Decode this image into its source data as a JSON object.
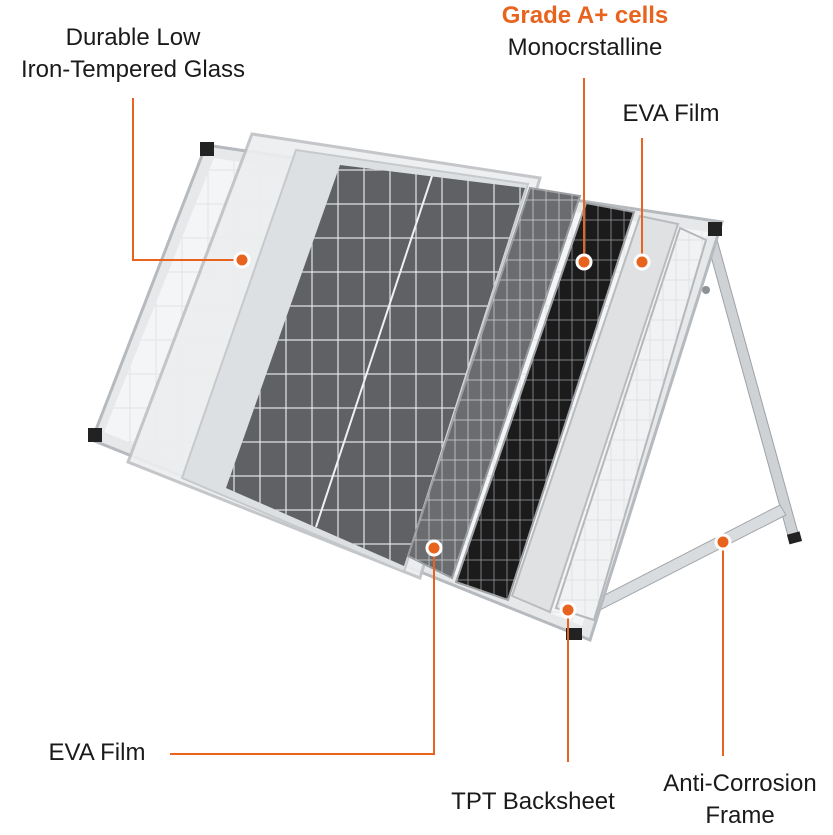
{
  "colors": {
    "accent": "#e8641e",
    "frame": "#d8dadc",
    "cell_dark": "#1b1b1b",
    "cell_gray": "#5f6164",
    "glass": "#eceeef"
  },
  "labels": {
    "glass_line1": "Durable Low",
    "glass_line2": "Iron-Tempered Glass",
    "cells_highlight": "Grade A+ cells",
    "cells_type": "Monocrstalline",
    "eva_top": "EVA Film",
    "eva_bottom": "EVA Film",
    "backsheet": "TPT Backsheet",
    "frame_line1": "Anti-Corrosion",
    "frame_line2": "Frame"
  }
}
